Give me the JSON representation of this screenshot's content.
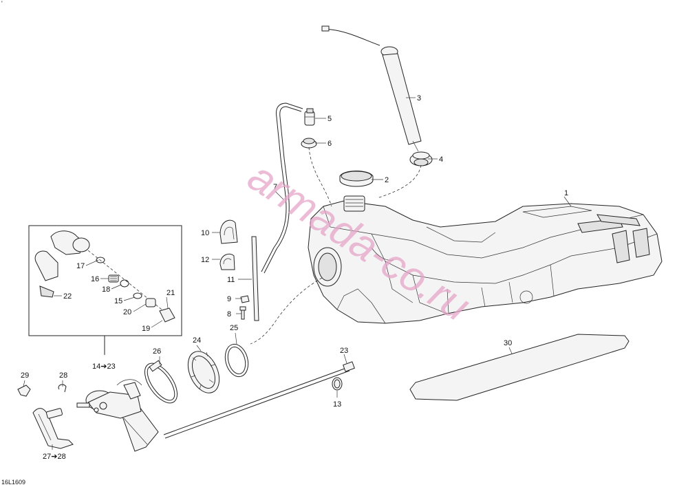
{
  "watermark": "armada-co.ru",
  "reference_code": "16L1609",
  "corner_mark": "'",
  "colors": {
    "line": "#222222",
    "part_fill": "#f4f4f4",
    "watermark": "#e6a6c8",
    "background": "#ffffff"
  },
  "labels": {
    "p1": "1",
    "p2": "2",
    "p3": "3",
    "p4": "4",
    "p5": "5",
    "p6": "6",
    "p7": "7",
    "p8": "8",
    "p9": "9",
    "p10": "10",
    "p11": "11",
    "p12": "12",
    "p13": "13",
    "p14": "14➔23",
    "p15": "15",
    "p16": "16",
    "p17": "17",
    "p18": "18",
    "p19": "19",
    "p20": "20",
    "p21": "21",
    "p22": "22",
    "p23": "23",
    "p24": "24",
    "p25": "25",
    "p26": "26",
    "p27": "27➔28",
    "p28": "28",
    "p29": "29",
    "p30": "30"
  }
}
